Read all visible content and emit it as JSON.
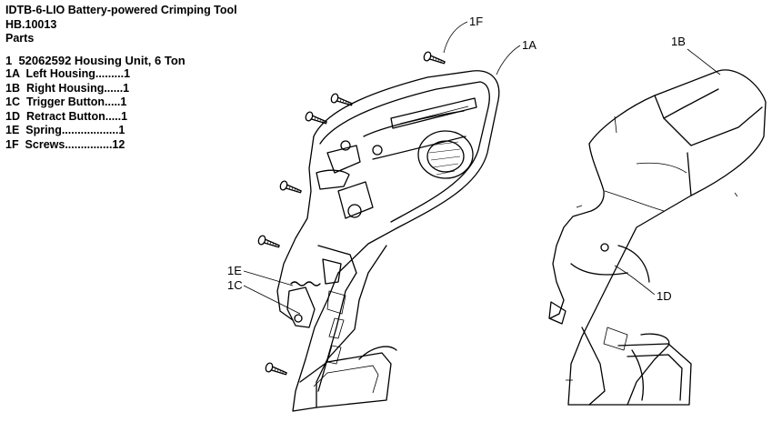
{
  "header": {
    "title": "IDTB-6-LIO Battery-powered Crimping Tool",
    "model": "HB.10013",
    "section": "Parts"
  },
  "assembly": {
    "label": "1  52062592 Housing Unit, 6 Ton"
  },
  "parts": [
    {
      "id": "1A",
      "text": "Left Housing.........1"
    },
    {
      "id": "1B",
      "text": "Right Housing......1"
    },
    {
      "id": "1C",
      "text": "Trigger Button.....1"
    },
    {
      "id": "1D",
      "text": "Retract Button.....1"
    },
    {
      "id": "1E",
      "text": "Spring..................1"
    },
    {
      "id": "1F",
      "text": "Screws...............12"
    }
  ],
  "callouts": {
    "c1F": "1F",
    "c1A": "1A",
    "c1B": "1B",
    "c1E": "1E",
    "c1C": "1C",
    "c1D": "1D"
  }
}
